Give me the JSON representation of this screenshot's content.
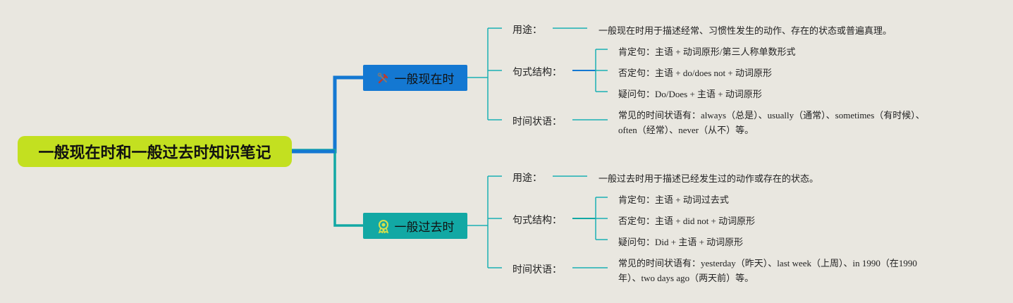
{
  "root": {
    "title": "一般现在时和一般过去时知识笔记"
  },
  "present": {
    "title": "一般现在时",
    "icon": "tools-icon",
    "usage_label": "用途：",
    "usage_text": "一般现在时用于描述经常、习惯性发生的动作、存在的状态或普遍真理。",
    "structure_label": "句式结构：",
    "affirmative": "肯定句：主语 + 动词原形/第三人称单数形式",
    "negative": "否定句：主语 + do/does not + 动词原形",
    "question": "疑问句：Do/Does + 主语 + 动词原形",
    "adverbial_label": "时间状语：",
    "adverbial_line1": "常见的时间状语有：always（总是）、usually（通常）、sometimes（有时候）、",
    "adverbial_line2": "often（经常）、never（从不）等。"
  },
  "past": {
    "title": "一般过去时",
    "icon": "award-icon",
    "usage_label": "用途：",
    "usage_text": "一般过去时用于描述已经发生过的动作或存在的状态。",
    "structure_label": "句式结构：",
    "affirmative": "肯定句：主语 + 动词过去式",
    "negative": "否定句：主语 + did not + 动词原形",
    "question": "疑问句：Did + 主语 + 动词原形",
    "adverbial_label": "时间状语：",
    "adverbial_line1": "常见的时间状语有：yesterday（昨天）、last week（上周）、in 1990（在1990",
    "adverbial_line2": "年）、two days ago（两天前）等。"
  },
  "colors": {
    "background": "#e9e7e0",
    "root": "#c3e020",
    "present_topic": "#1478d2",
    "past_topic": "#12a8a4",
    "branch_line": "#1ab0b4"
  }
}
